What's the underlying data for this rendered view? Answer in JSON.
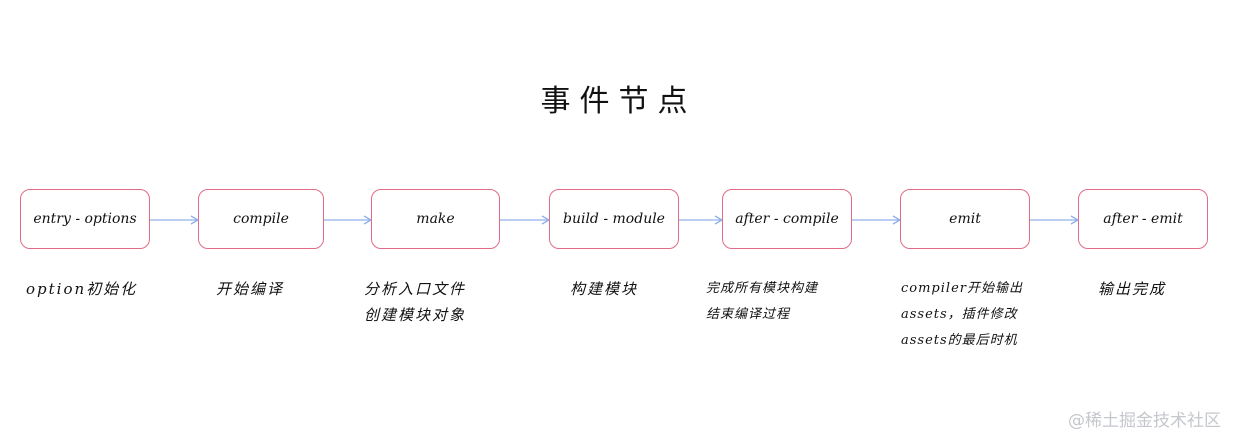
{
  "title": "事件节点",
  "nodes": [
    {
      "label": "entry - options",
      "desc": [
        "option初始化"
      ]
    },
    {
      "label": "compile",
      "desc": [
        "开始编译"
      ]
    },
    {
      "label": "make",
      "desc": [
        "分析入口文件",
        "创建模块对象"
      ]
    },
    {
      "label": "build - module",
      "desc": [
        "构建模块"
      ]
    },
    {
      "label": "after - compile",
      "desc": [
        "完成所有模块构建",
        "结束编译过程"
      ]
    },
    {
      "label": "emit",
      "desc": [
        "compiler开始输出",
        "assets，插件修改",
        "assets的最后时机"
      ]
    },
    {
      "label": "after - emit",
      "desc": [
        "输出完成"
      ]
    }
  ],
  "colors": {
    "node_border": "#e06c86",
    "arrow": "#8fb0e6"
  },
  "watermark": "@稀土掘金技术社区"
}
